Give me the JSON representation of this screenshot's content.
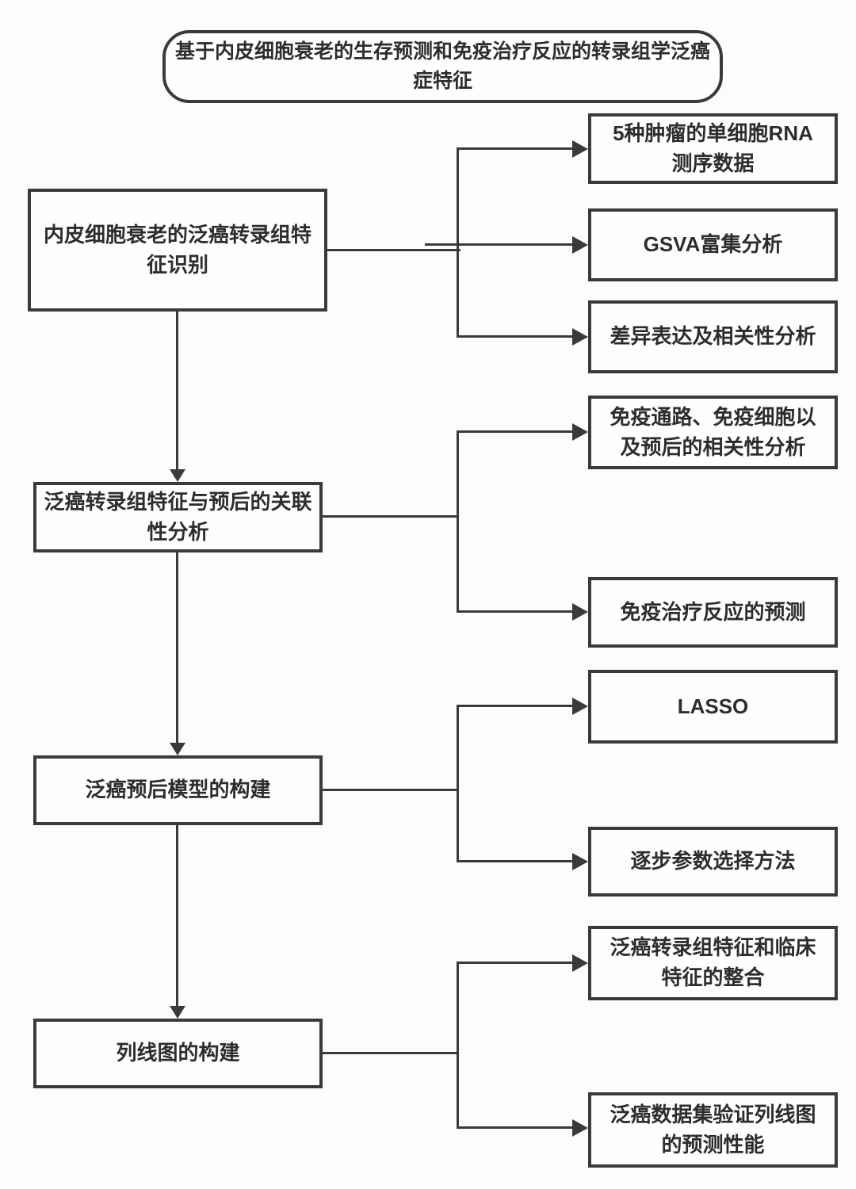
{
  "diagram": {
    "title": "基于内皮细胞衰老的生存预测和免疫治疗反应的转录组学泛癌\n症特征",
    "stages": [
      {
        "label": "内皮细胞衰老的泛癌转录组特\n征识别",
        "outputs": [
          "5种肿瘤的单细胞RNA\n测序数据",
          "GSVA富集分析",
          "差异表达及相关性分析"
        ]
      },
      {
        "label": "泛癌转录组特征与预后的关联\n性分析",
        "outputs": [
          "免疫通路、免疫细胞以\n及预后的相关性分析",
          "免疫治疗反应的预测"
        ]
      },
      {
        "label": "泛癌预后模型的构建",
        "outputs": [
          "LASSO",
          "逐步参数选择方法"
        ]
      },
      {
        "label": "列线图的构建",
        "outputs": [
          "泛癌转录组特征和临床\n特征的整合",
          "泛癌数据集验证列线图\n的预测性能"
        ]
      }
    ],
    "colors": {
      "line": "#3a3a3a",
      "text": "#2d2d2d",
      "background": "#fcfcfc"
    }
  }
}
